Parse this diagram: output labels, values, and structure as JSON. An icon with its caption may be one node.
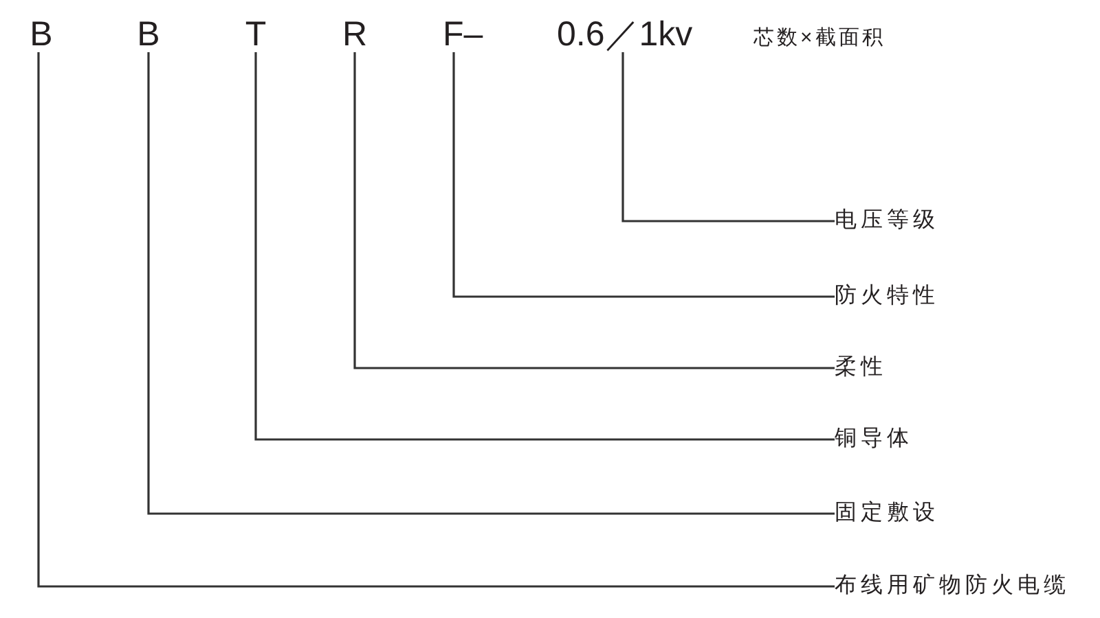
{
  "diagram": {
    "nodes": [
      {
        "text": [
          "B"
        ]
      },
      {
        "text": [
          "B"
        ]
      },
      {
        "text": [
          "T"
        ]
      },
      {
        "text": [
          "R"
        ]
      },
      {
        "text": [
          "F–"
        ]
      },
      {
        "text": [
          "0.6／1kv"
        ]
      },
      {
        "text": [
          "电压等级"
        ]
      },
      {
        "text": [
          "防火特性"
        ]
      },
      {
        "text": [
          "柔性"
        ]
      },
      {
        "text": [
          "铜导体"
        ]
      },
      {
        "text": [
          "固定敷设"
        ]
      },
      {
        "text": [
          "布线用矿物防火电缆"
        ]
      }
    ],
    "edges": [
      {
        "from": 5,
        "to": 6,
        "arrow": "none"
      },
      {
        "from": 4,
        "to": 7,
        "arrow": "none"
      },
      {
        "from": 3,
        "to": 8,
        "arrow": "none"
      },
      {
        "from": 2,
        "to": 9,
        "arrow": "none"
      },
      {
        "from": 1,
        "to": 10,
        "arrow": "none"
      },
      {
        "from": 0,
        "to": 11,
        "arrow": "none"
      }
    ],
    "labels": [
      "芯数×截面积"
    ]
  }
}
